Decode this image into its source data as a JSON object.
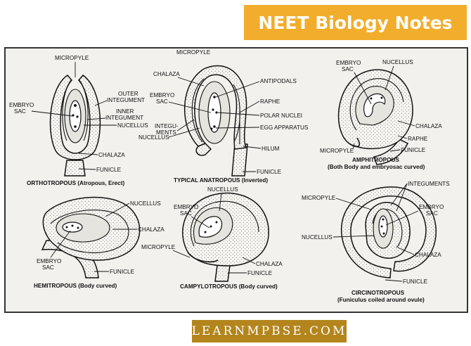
{
  "header": {
    "title": "NEET Biology Notes"
  },
  "footer": {
    "site": "LEARNMPBSE.COM"
  },
  "diagrams": {
    "ortho": {
      "caption": "ORTHOTROPOUS (Atropous, Erect)",
      "labels": {
        "micropyle": "MICROPYLE",
        "embryo_1": "EMBRYO",
        "embryo_2": "SAC",
        "outer_1": "OUTER",
        "outer_2": "INTEGUMENT",
        "inner_1": "INNER",
        "inner_2": "INTEGUMENT",
        "nucellus": "NUCELLUS",
        "chalaza": "CHALAZA",
        "funicle": "FUNICLE"
      }
    },
    "ana": {
      "caption": "TYPICAL ANATROPOUS (Inverted)",
      "labels": {
        "micropyle": "MICROPYLE",
        "chalaza": "CHALAZA",
        "embryo_1": "EMBRYO",
        "embryo_2": "SAC",
        "integ_1": "INTEGU-",
        "integ_2": "MENTS",
        "nucellus": "NUCELLUS",
        "antipodals": "ANTIPODALS",
        "raphe": "RAPHE",
        "polar": "POLAR NUCLEI",
        "egg": "EGG APPARATUS",
        "hilum": "HILUM",
        "funicle": "FUNICLE"
      }
    },
    "amphi": {
      "caption": "AMPHITROPOUS",
      "caption_2": "(Both Body and embryosac curved)",
      "labels": {
        "embryo_1": "EMBRYO",
        "embryo_2": "SAC",
        "nucellus": "NUCELLUS",
        "chalaza": "CHALAZA",
        "raphe": "RAPHE",
        "micropyle": "MICROPYLE",
        "funicle": "FUNICLE"
      }
    },
    "hemi": {
      "caption": "HEMITROPOUS (Body curved)",
      "labels": {
        "nucellus": "NUCELLUS",
        "chalaza": "CHALAZA",
        "embryo_1": "EMBRYO",
        "embryo_2": "SAC",
        "funicle": "FUNICLE"
      }
    },
    "campy": {
      "caption": "CAMPYLOTROPOUS (Body curved)",
      "labels": {
        "nucellus": "NUCELLUS",
        "embryo_1": "EMBRYO",
        "embryo_2": "SAC",
        "micropyle": "MICROPYLE",
        "chalaza": "CHALAZA",
        "funicle": "FUNICLE"
      }
    },
    "circ": {
      "caption": "CIRCINOTROPOUS",
      "caption_2": "(Funiculus coiled around ovule)",
      "labels": {
        "micropyle": "MICROPYLE",
        "integuments": "INTEGUMENTS",
        "embryo_1": "EMBRYO",
        "embryo_2": "SAC",
        "nucellus": "NUCELLUS",
        "chalaza": "CHALAZA",
        "funicle": "FUNICLE"
      }
    }
  }
}
